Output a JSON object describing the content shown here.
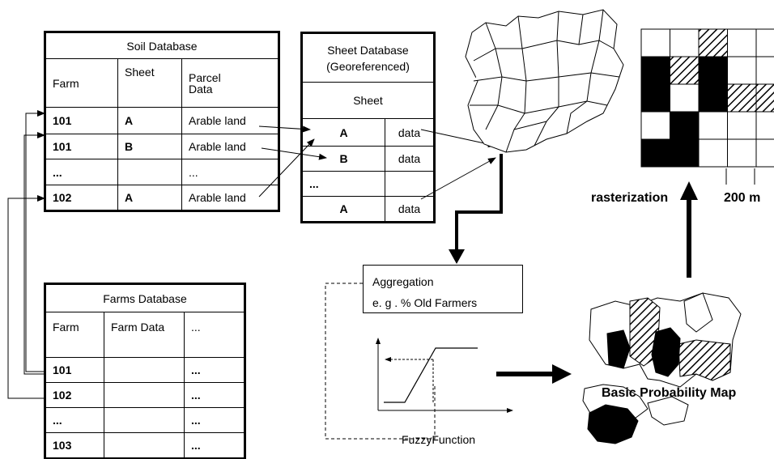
{
  "soil_db": {
    "title": "Soil Database",
    "headers": [
      "Farm",
      "Sheet",
      "Parcel\nData"
    ],
    "rows": [
      [
        "101",
        "A",
        "Arable land"
      ],
      [
        "101",
        "B",
        "Arable land"
      ],
      [
        "...",
        "",
        "..."
      ],
      [
        "102",
        "A",
        "Arable land"
      ]
    ]
  },
  "sheet_db": {
    "title": "Sheet Database\n(Georeferenced)",
    "header": "Sheet",
    "rows": [
      [
        "A",
        "data"
      ],
      [
        "B",
        "data"
      ],
      [
        "...",
        ""
      ],
      [
        "A",
        "data"
      ]
    ]
  },
  "farms_db": {
    "title": "Farms Database",
    "headers": [
      "Farm",
      "Farm Data",
      "..."
    ],
    "rows": [
      [
        "101",
        "",
        "..."
      ],
      [
        "102",
        "",
        "..."
      ],
      [
        "...",
        "",
        "..."
      ],
      [
        "103",
        "",
        "..."
      ]
    ]
  },
  "aggregation": {
    "title": "Aggregation",
    "example": "e. g   . % Old Farmers"
  },
  "fuzzy_label": "FuzzyFunction",
  "map_label": "Basic Probability Map",
  "raster": {
    "label": "rasterization",
    "scale": "200 m",
    "cells": [
      [
        "w",
        "w",
        "h",
        "w",
        "w"
      ],
      [
        "k",
        "h",
        "k",
        "w",
        "w"
      ],
      [
        "k",
        "w",
        "k",
        "h",
        "h"
      ],
      [
        "w",
        "k",
        "w",
        "w",
        "w"
      ],
      [
        "k",
        "k",
        "w",
        "w",
        "w"
      ]
    ]
  }
}
